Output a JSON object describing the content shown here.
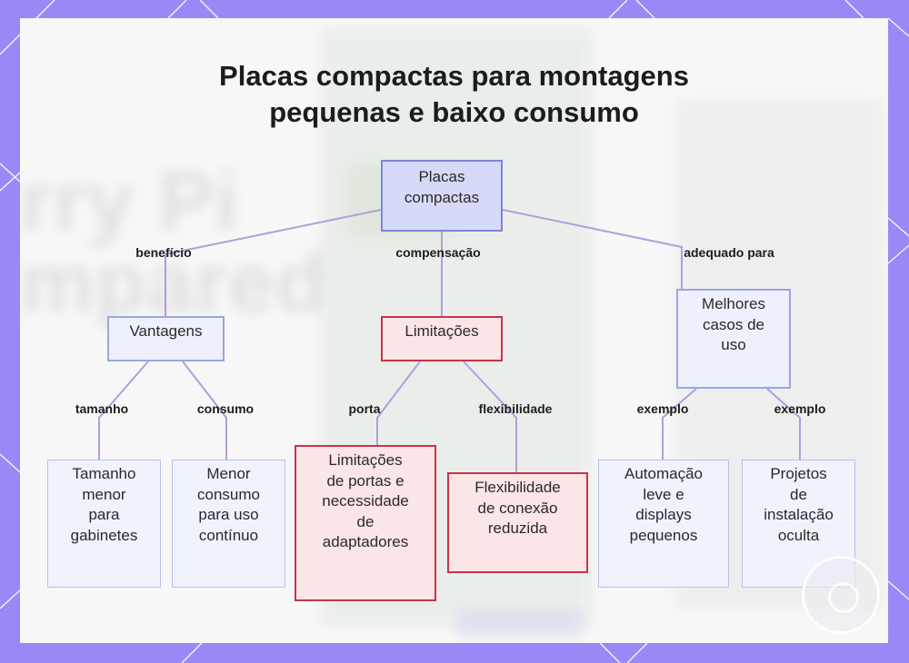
{
  "title": {
    "line1": "Placas compactas para montagens",
    "line2": "pequenas e baixo consumo"
  },
  "nodes": {
    "root": [
      "Placas",
      "compactas"
    ],
    "vantagens": [
      "Vantagens"
    ],
    "limitacoes": [
      "Limitações"
    ],
    "casos": [
      "Melhores",
      "casos de",
      "uso"
    ],
    "tamanho": [
      "Tamanho",
      "menor",
      "para",
      "gabinetes"
    ],
    "consumo": [
      "Menor",
      "consumo",
      "para uso",
      "contínuo"
    ],
    "portas": [
      "Limitações",
      "de portas e",
      "necessidade",
      "de",
      "adaptadores"
    ],
    "flex": [
      "Flexibilidade",
      "de conexão",
      "reduzida"
    ],
    "automacao": [
      "Automação",
      "leve e",
      "displays",
      "pequenos"
    ],
    "projetos": [
      "Projetos",
      "de",
      "instalação",
      "oculta"
    ]
  },
  "edge_labels": {
    "beneficio": "benefício",
    "compensacao": "compensação",
    "adequado": "adequado para",
    "tamanho": "tamanho",
    "consumo": "consumo",
    "porta": "porta",
    "flexibilidade": "flexibilidade",
    "exemplo1": "exemplo",
    "exemplo2": "exemplo"
  },
  "background": {
    "line1": "rry Pi",
    "line2": "mpared"
  },
  "colors": {
    "frame": "#9b87f5",
    "edge": "#b39ddb",
    "red_border": "#c8334a",
    "blue_border": "#98a7e0"
  }
}
